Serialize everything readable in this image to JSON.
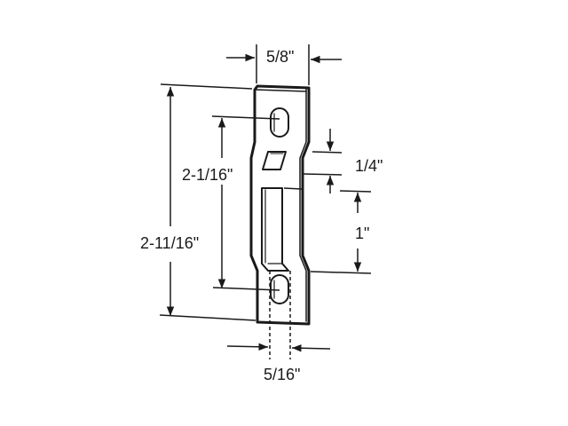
{
  "diagram": {
    "subject": "strike plate",
    "line_color": "#1a1a1a",
    "background": "#ffffff",
    "dimensions": {
      "width": {
        "label": "5/8\""
      },
      "overall_length": {
        "label": "2-11/16\""
      },
      "hole_spacing": {
        "label": "2-1/16\""
      },
      "small_opening_gap": {
        "label": "1/4\""
      },
      "large_opening_length": {
        "label": "1\""
      },
      "slot_width": {
        "label": "5/16\""
      }
    }
  }
}
